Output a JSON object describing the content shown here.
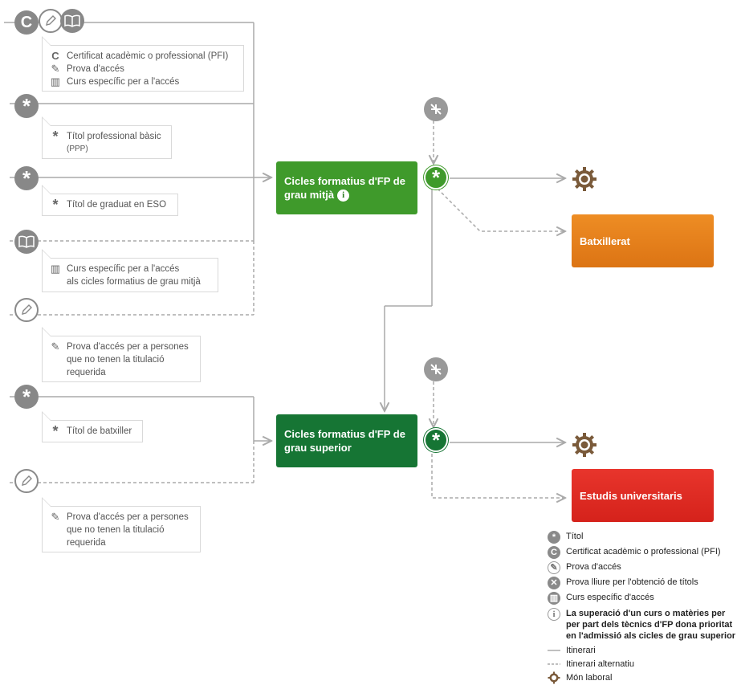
{
  "notes": {
    "n1": [
      "Certificat acadèmic o professional (PFI)",
      "Prova d'accés",
      "Curs específic per a l'accés"
    ],
    "n2": [
      "Títol professional bàsic",
      "(PPP)"
    ],
    "n3": "Títol de graduat en ESO",
    "n4": [
      "Curs específic per a l'accés",
      "als cicles formatius de grau mitjà"
    ],
    "n5": [
      "Prova d'accés per a persones",
      "que no tenen la titulació",
      "requerida"
    ],
    "n6": "Títol de batxiller",
    "n7": [
      "Prova d'accés per a persones",
      "que no tenen la titulació",
      "requerida"
    ]
  },
  "boxes": {
    "mitja": "Cicles formatius d'FP de grau mitjà",
    "mitja_info": "i",
    "superior": "Cicles formatius d'FP de grau superior",
    "batxillerat": "Batxillerat",
    "universitaris": "Estudis universitaris"
  },
  "colors": {
    "mitja": "#3f9a2b",
    "superior": "#167534",
    "batxillerat": "#e8821c",
    "universitaris": "#e02a22",
    "gear": "#7a5a3a"
  },
  "legend": [
    {
      "icon": "star",
      "text": "Títol"
    },
    {
      "icon": "c",
      "text": "Certificat acadèmic o professional (PFI)"
    },
    {
      "icon": "pencil",
      "text": "Prova d'accés"
    },
    {
      "icon": "free-test",
      "text": "Prova lliure per l'obtenció de títols"
    },
    {
      "icon": "book",
      "text": "Curs específic d'accés"
    },
    {
      "icon": "info",
      "text": "La superació d'un curs o matèries per per part dels tècnics d'FP dona prioritat en l'admissió als cicles de grau superior"
    },
    {
      "icon": "solid-line",
      "text": "Itinerari"
    },
    {
      "icon": "dashed-line",
      "text": "Itinerari alternatiu"
    },
    {
      "icon": "gear",
      "text": "Món laboral"
    }
  ]
}
